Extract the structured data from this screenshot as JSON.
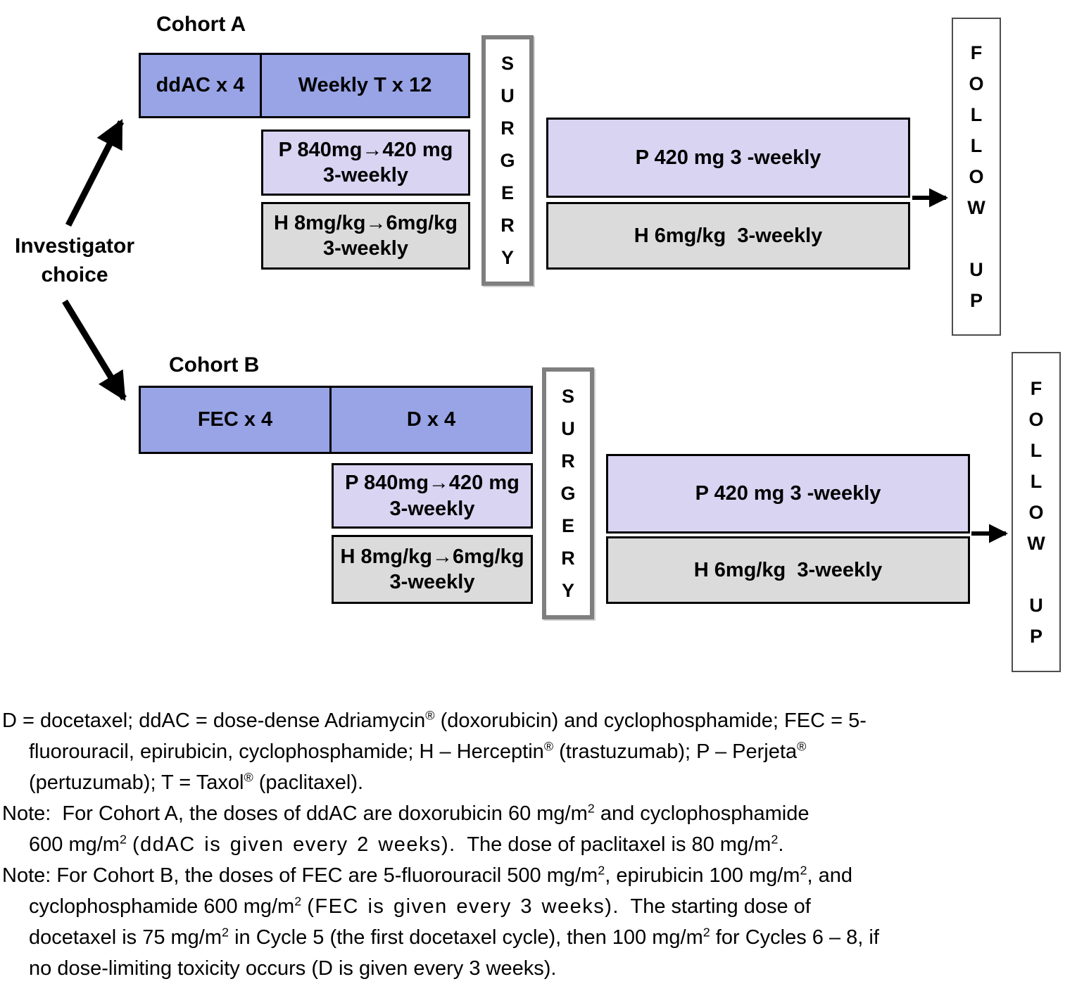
{
  "diagram": {
    "investigator_choice": "Investigator\nchoice",
    "cohort_a": {
      "title": "Cohort A",
      "chemo_left": "ddAC x 4",
      "chemo_right": "Weekly T x 12",
      "pertuzumab_loading": "P 840mg→420 mg\n3-weekly",
      "trastuzumab_loading": "H 8mg/kg→6mg/kg\n3-weekly",
      "surgery": "S\nU\nR\nG\nE\nR\nY",
      "pertuzumab_post": "P 420 mg 3 -weekly",
      "trastuzumab_post": "H 6mg/kg  3-weekly",
      "follow_up": "F\nO\nL\nL\nO\nW\n\nU\nP"
    },
    "cohort_b": {
      "title": "Cohort B",
      "chemo_left": "FEC x 4",
      "chemo_right": "D x 4",
      "pertuzumab_loading": "P 840mg→420 mg\n3-weekly",
      "trastuzumab_loading": "H 8mg/kg→6mg/kg\n3-weekly",
      "surgery": "S\nU\nR\nG\nE\nR\nY",
      "pertuzumab_post": "P 420 mg 3 -weekly",
      "trastuzumab_post": "H 6mg/kg  3-weekly",
      "follow_up": "F\nO\nL\nL\nO\nW\n\nU\nP"
    }
  },
  "colors": {
    "chemo_blue": "#99A4E6",
    "pertuzumab_lavender": "#D8D4F2",
    "trastuzumab_gray": "#DBDBDB",
    "surgery_border": "#7F7F7F",
    "box_border": "#000000"
  },
  "footnotes": {
    "lines": [
      {
        "indent": false,
        "seg": [
          {
            "t": "D = docetaxel; ddAC = dose-dense Adriamycin"
          },
          {
            "t": "®",
            "sup": true
          },
          {
            "t": " (doxorubicin) and cyclophosphamide; FEC = 5-"
          }
        ]
      },
      {
        "indent": true,
        "seg": [
          {
            "t": "fluorouracil, epirubicin, cyclophosphamide; H – Herceptin"
          },
          {
            "t": "®",
            "sup": true
          },
          {
            "t": " (trastuzumab); P – Perjeta"
          },
          {
            "t": "®",
            "sup": true
          }
        ]
      },
      {
        "indent": true,
        "seg": [
          {
            "t": "(pertuzumab); T = Taxol"
          },
          {
            "t": "®",
            "sup": true
          },
          {
            "t": " (paclitaxel)."
          }
        ]
      },
      {
        "indent": false,
        "seg": [
          {
            "t": "Note:  For Cohort A, the doses of ddAC are doxorubicin 60 mg/m"
          },
          {
            "t": "2",
            "sup": true
          },
          {
            "t": " and cyclophosphamide"
          }
        ]
      },
      {
        "indent": true,
        "seg": [
          {
            "t": "600 mg/m"
          },
          {
            "t": "2",
            "sup": true
          },
          {
            "t": " "
          },
          {
            "t": "(ddAC is given every 2 weeks).",
            "spread": true
          },
          {
            "t": "  The dose of paclitaxel is 80 mg/m"
          },
          {
            "t": "2",
            "sup": true
          },
          {
            "t": "."
          }
        ]
      },
      {
        "indent": false,
        "seg": [
          {
            "t": "Note: For Cohort B, the doses of FEC are 5-fluorouracil 500 mg/m"
          },
          {
            "t": "2",
            "sup": true
          },
          {
            "t": ", epirubicin 100 mg/m"
          },
          {
            "t": "2",
            "sup": true
          },
          {
            "t": ", and"
          }
        ]
      },
      {
        "indent": true,
        "seg": [
          {
            "t": "cyclophosphamide 600 mg/m"
          },
          {
            "t": "2",
            "sup": true
          },
          {
            "t": " "
          },
          {
            "t": "(FEC is given every 3 weeks).",
            "spread": true
          },
          {
            "t": "  The starting dose of"
          }
        ]
      },
      {
        "indent": true,
        "seg": [
          {
            "t": "docetaxel is 75 mg/m"
          },
          {
            "t": "2",
            "sup": true
          },
          {
            "t": " in Cycle 5 (the first docetaxel cycle), then 100 mg/m"
          },
          {
            "t": "2",
            "sup": true
          },
          {
            "t": " for Cycles 6 – 8, if"
          }
        ]
      },
      {
        "indent": true,
        "seg": [
          {
            "t": "no dose-limiting toxicity occurs (D is given every 3 weeks)."
          }
        ]
      }
    ]
  }
}
